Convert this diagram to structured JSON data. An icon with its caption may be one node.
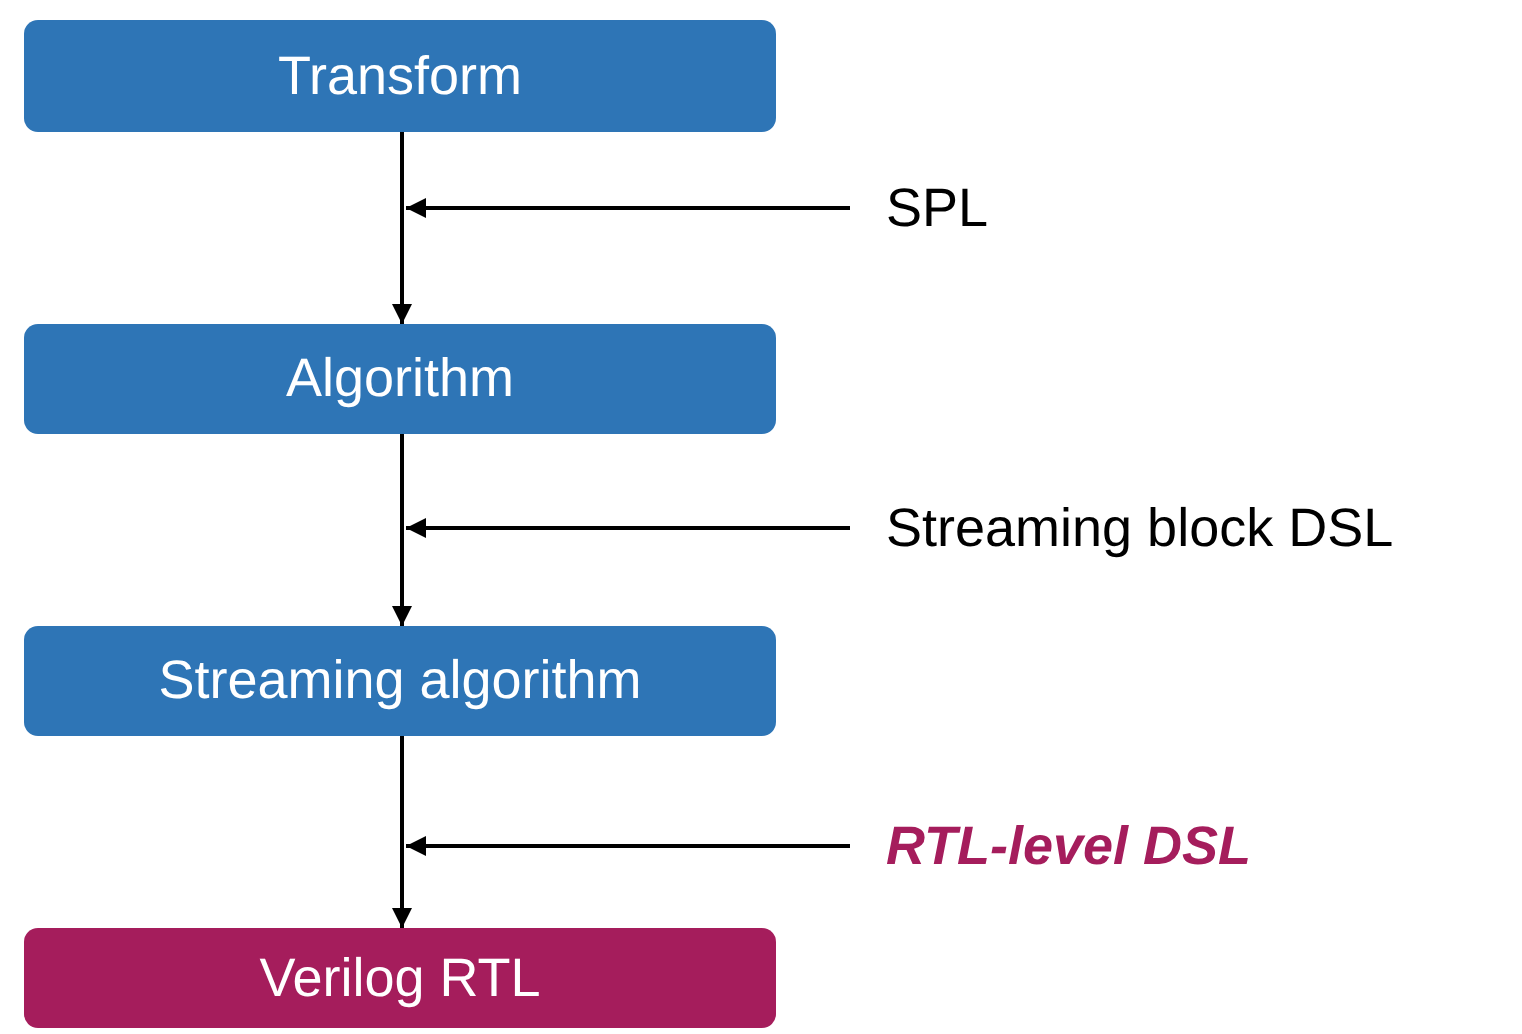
{
  "diagram": {
    "nodes": [
      {
        "text": [
          "Transform"
        ]
      },
      {
        "text": [
          "Algorithm"
        ]
      },
      {
        "text": [
          "Streaming algorithm"
        ]
      },
      {
        "text": [
          "Verilog RTL"
        ]
      },
      {
        "text": [
          "SPL"
        ]
      },
      {
        "text": [
          "Streaming block DSL"
        ]
      },
      {
        "text": [
          "RTL-level DSL"
        ]
      }
    ],
    "edges": [
      {
        "from": 0,
        "to": 1,
        "arrow": "to"
      },
      {
        "from": 1,
        "to": 2,
        "arrow": "to"
      },
      {
        "from": 2,
        "to": 3,
        "arrow": "to"
      },
      {
        "from": 4,
        "to": null,
        "arrow": "to"
      },
      {
        "from": 5,
        "to": null,
        "arrow": "to"
      },
      {
        "from": 6,
        "to": null,
        "arrow": "to"
      }
    ]
  }
}
